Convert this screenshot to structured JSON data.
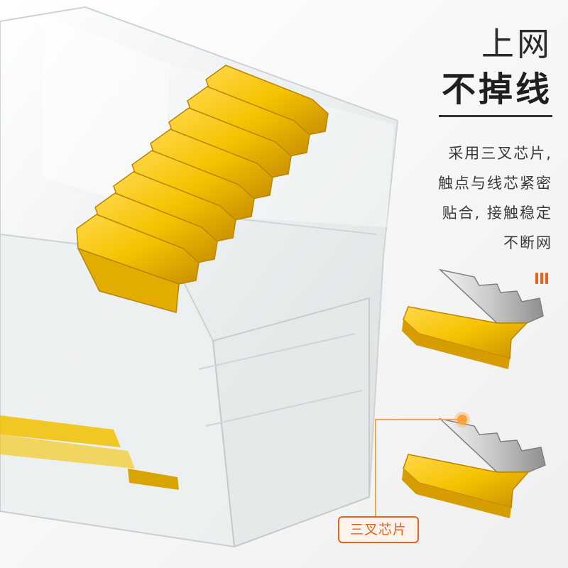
{
  "headline": {
    "line1": "上网",
    "line2": "不掉线"
  },
  "description": [
    "采用三叉芯片,",
    "触点与线芯紧密",
    "贴合, 接触稳定",
    "不断网"
  ],
  "callout": {
    "label": "三叉芯片"
  },
  "colors": {
    "accent": "#e8621f",
    "gold": "#f5c200",
    "gold_dark": "#d9a300",
    "plastic": "#e9eef0",
    "text": "#2b2b2b"
  },
  "icons": {
    "marker": "three-bars-icon"
  }
}
